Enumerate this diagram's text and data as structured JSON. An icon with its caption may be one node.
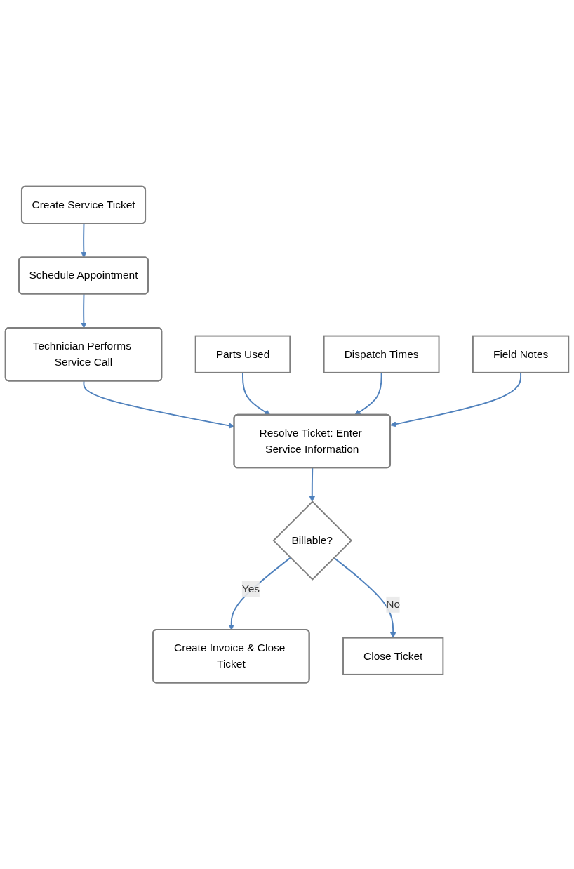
{
  "diagram": {
    "nodes": [
      {
        "text": [
          "Create Service Ticket"
        ]
      },
      {
        "text": [
          "Schedule Appointment"
        ]
      },
      {
        "text": [
          "Technician Performs Service Call"
        ]
      },
      {
        "text": [
          "Resolve Ticket: Enter Service Information"
        ]
      },
      {
        "text": [
          "Parts Used"
        ]
      },
      {
        "text": [
          "Dispatch Times"
        ]
      },
      {
        "text": [
          "Field Notes"
        ]
      },
      {
        "text": [
          "Billable?"
        ]
      },
      {
        "text": [
          "Create Invoice & Close Ticket"
        ]
      },
      {
        "text": [
          "Close Ticket"
        ]
      }
    ],
    "edges": [
      {
        "from": 0,
        "to": 1,
        "arrow": "to"
      },
      {
        "from": 1,
        "to": 2,
        "arrow": "to"
      },
      {
        "from": 2,
        "to": 3,
        "arrow": "to"
      },
      {
        "from": 4,
        "to": 3,
        "arrow": "to"
      },
      {
        "from": 5,
        "to": 3,
        "arrow": "to"
      },
      {
        "from": 6,
        "to": 3,
        "arrow": "to"
      },
      {
        "from": 3,
        "to": 7,
        "arrow": "to"
      },
      {
        "from": 7,
        "to": 8,
        "label": "Yes",
        "arrow": "to"
      },
      {
        "from": 7,
        "to": 9,
        "label": "No",
        "arrow": "to"
      }
    ]
  }
}
